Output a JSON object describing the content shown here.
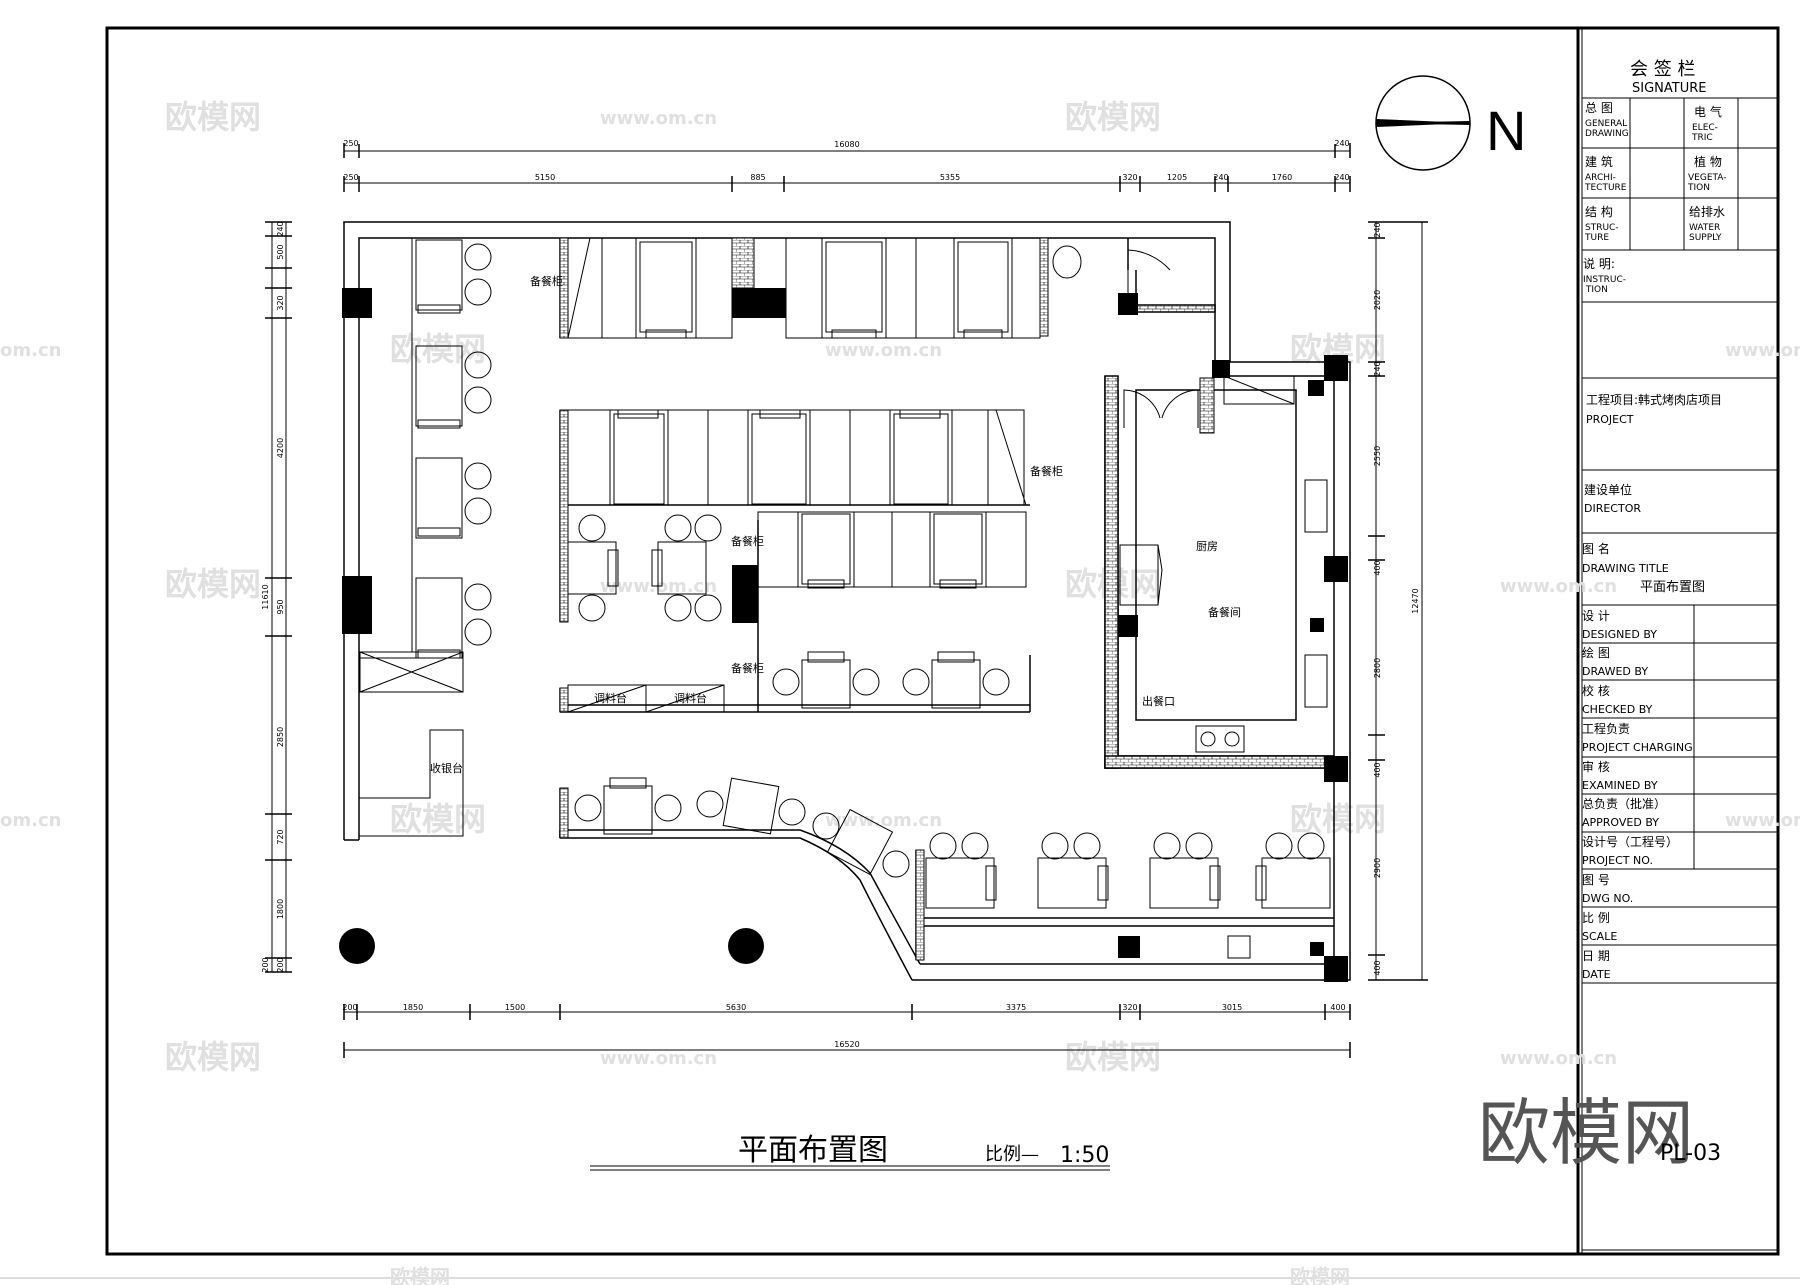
{
  "watermark": {
    "cn": "欧模网",
    "url": "www.om.cn",
    "url_short": "om.cn",
    "big": "欧模网"
  },
  "north": {
    "label": "N"
  },
  "plan": {
    "title": "平面布置图",
    "scale_label": "比例—",
    "scale_value": "1:50",
    "drawing_no": "PL-03",
    "rooms": {
      "kitchen": "厨房",
      "prep_kitchen": "备餐间",
      "pass_window": "出餐口",
      "cashier": "收银台",
      "prep_left": "备餐柜",
      "prep_right": "备餐柜",
      "prep_small_1": "备餐柜",
      "prep_small_2": "备餐柜",
      "seasoning_1": "调料台",
      "seasoning_2": "调料台"
    },
    "dims_top_total": "16080",
    "dims_top": [
      "250",
      "5150",
      "885",
      "5355",
      "320",
      "1205",
      "240",
      "1760",
      "240"
    ],
    "dims_top_left": "250",
    "dims_top_right": "240",
    "dims_bottom_total": "16520",
    "dims_bottom": [
      "200",
      "1850",
      "1500",
      "5630",
      "3375",
      "320",
      "3015",
      "400"
    ],
    "dims_left_total": "11610",
    "dims_left": [
      "240",
      "500",
      "320",
      "4200",
      "950",
      "2850",
      "720",
      "1800",
      "200",
      "200"
    ],
    "dims_right_total": "12470",
    "dims_right": [
      "240",
      "2020",
      "240",
      "2550",
      "400",
      "2800",
      "400",
      "2900",
      "400"
    ]
  },
  "title_block": {
    "signature_cn": "会 签 栏",
    "signature_en": "SIGNATURE",
    "general_cn": "总 图",
    "general_en": "GENERAL\nDRAWING",
    "elec_cn": "电 气",
    "elec_en": "ELEC-\nTRIC",
    "arch_cn": "建 筑",
    "arch_en": "ARCHI-\nTECTURE",
    "veg_cn": "植 物",
    "veg_en": "VEGETA-\nTION",
    "struct_cn": "结 构",
    "struct_en": "STRUC-\nTURE",
    "water_cn": "给排水",
    "water_en": "WATER\nSUPPLY",
    "instruction_cn": "说  明:",
    "instruction_en": "INSTRUC-\n  TION",
    "project_label": "工程项目:",
    "project_value": "韩式烤肉店项目",
    "project_en": "PROJECT",
    "director_cn": "建设单位",
    "director_en": "DIRECTOR",
    "drawing_title_cn": "图  名",
    "drawing_title_en": "DRAWING TITLE",
    "drawing_title_value": "平面布置图",
    "designed_cn": "设  计",
    "designed_en": "DESIGNED  BY",
    "drawed_cn": "绘  图",
    "drawed_en": "DRAWED  BY",
    "checked_cn": "校  核",
    "checked_en": "CHECKED  BY",
    "charging_cn": "工程负责",
    "charging_en": "PROJECT CHARGING",
    "examined_cn": "审  核",
    "examined_en": "EXAMINED  BY",
    "approved_cn": "总负责（批准）",
    "approved_en": "APPROVED  BY",
    "projno_cn": "设计号（工程号）",
    "projno_en": "PROJECT NO.",
    "dwgno_cn": "图  号",
    "dwgno_en": "DWG NO.",
    "scale_cn": "比  例",
    "scale_en": "SCALE",
    "date_cn": "日  期",
    "date_en": "DATE"
  }
}
